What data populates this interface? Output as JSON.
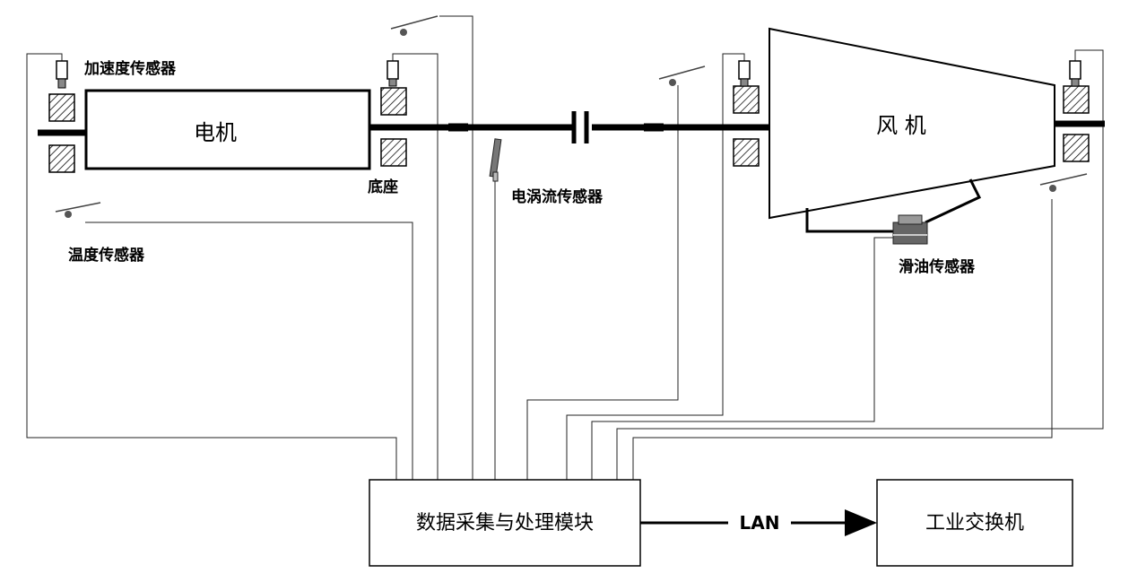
{
  "labels": {
    "accel_sensor": "加速度传感器",
    "motor": "电机",
    "base": "底座",
    "temp_sensor": "温度传感器",
    "eddy_sensor": "电涡流传感器",
    "fan": "风 机",
    "oil_sensor": "滑油传感器",
    "daq_module": "数据采集与处理模块",
    "lan": "LAN",
    "switch": "工业交换机"
  },
  "icons": [
    "accelerometer-icon",
    "temperature-probe-icon",
    "eddy-current-probe-icon",
    "oil-sensor-icon",
    "coupling-icon"
  ]
}
